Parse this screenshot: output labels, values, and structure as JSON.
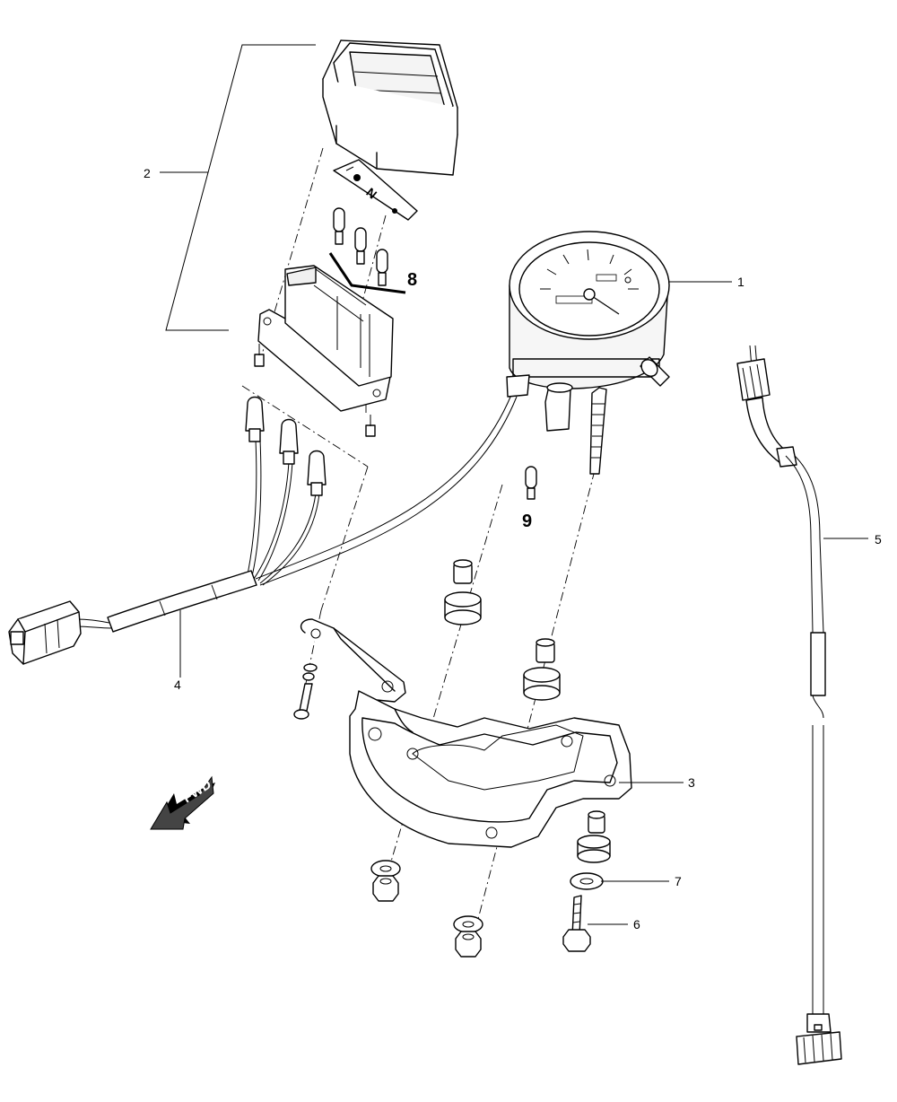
{
  "callouts": {
    "c1": "1",
    "c2": "2",
    "c3": "3",
    "c4": "4",
    "c5": "5",
    "c6": "6",
    "c7": "7",
    "c8": "8",
    "c9": "9"
  },
  "direction_arrow": {
    "label": "FWD"
  },
  "indicator_plate": {
    "symbol": "N"
  }
}
